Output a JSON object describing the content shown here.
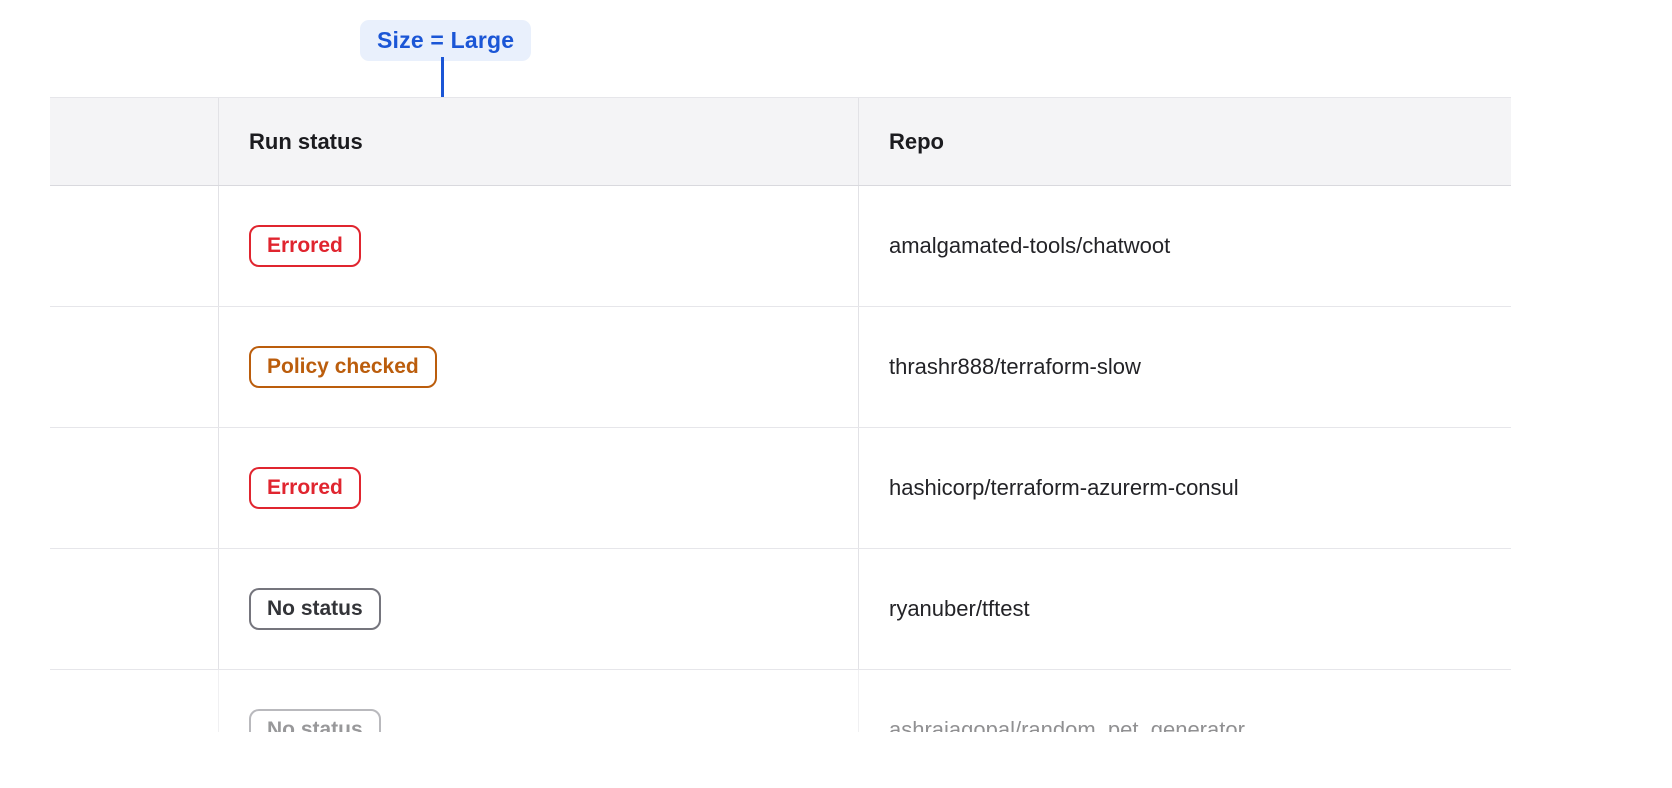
{
  "annotation": {
    "label": "Size = Large",
    "color": "#1b56d6",
    "bg": "#e9f0fc"
  },
  "table": {
    "columns": [
      {
        "label": ""
      },
      {
        "label": "Run status"
      },
      {
        "label": "Repo"
      }
    ],
    "rows": [
      {
        "status": "Errored",
        "status_variant": "errored",
        "repo": "amalgamated-tools/chatwoot",
        "clipped": false
      },
      {
        "status": "Policy checked",
        "status_variant": "policy-checked",
        "repo": "thrashr888/terraform-slow",
        "clipped": false
      },
      {
        "status": "Errored",
        "status_variant": "errored",
        "repo": "hashicorp/terraform-azurerm-consul",
        "clipped": false
      },
      {
        "status": "No status",
        "status_variant": "no-status",
        "repo": "ryanuber/tftest",
        "clipped": false
      },
      {
        "status": "No status",
        "status_variant": "no-status",
        "repo": "ashrajagopal/random_pet_generator",
        "clipped": true
      }
    ],
    "status_colors": {
      "errored": "#e0252f",
      "policy-checked": "#bb5d0c",
      "no-status": "#333438",
      "no-status-border": "#75757d"
    }
  }
}
